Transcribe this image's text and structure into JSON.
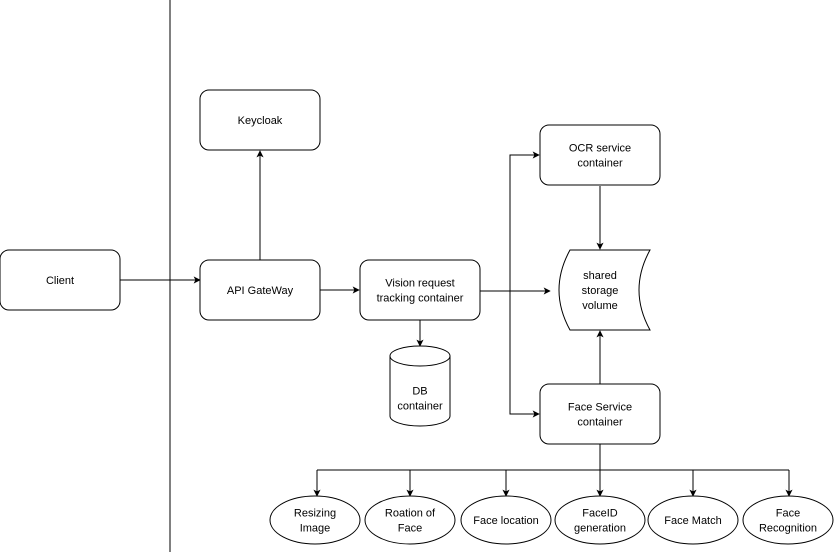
{
  "colors": {
    "stroke": "#000000",
    "fill": "#ffffff",
    "text": "#000000"
  },
  "nodes": {
    "client": {
      "lines": [
        "Client"
      ]
    },
    "keycloak": {
      "lines": [
        "Keycloak"
      ]
    },
    "api_gateway": {
      "lines": [
        "API GateWay"
      ]
    },
    "vision": {
      "lines": [
        "Vision request",
        "tracking container"
      ]
    },
    "ocr": {
      "lines": [
        "OCR service",
        "container"
      ]
    },
    "storage": {
      "lines": [
        "shared",
        "storage",
        "volume"
      ]
    },
    "db": {
      "lines": [
        "DB",
        "container"
      ]
    },
    "face_service": {
      "lines": [
        "Face Service",
        "container"
      ]
    },
    "resizing": {
      "lines": [
        "Resizing",
        "Image"
      ]
    },
    "rotation": {
      "lines": [
        "Roation of",
        "Face"
      ]
    },
    "face_location": {
      "lines": [
        "Face location"
      ]
    },
    "faceid": {
      "lines": [
        "FaceID",
        "generation"
      ]
    },
    "face_match": {
      "lines": [
        "Face Match"
      ]
    },
    "face_recognition": {
      "lines": [
        "Face",
        "Recognition"
      ]
    }
  }
}
